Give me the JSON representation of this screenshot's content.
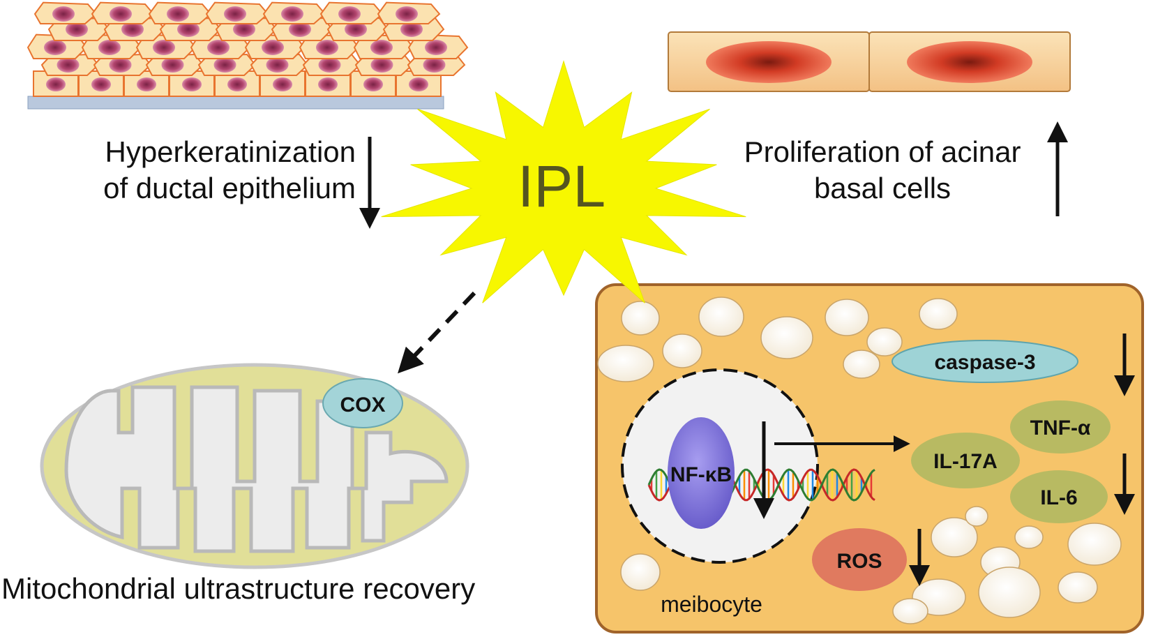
{
  "center": {
    "label": "IPL"
  },
  "top_left": {
    "line1": "Hyperkeratinization",
    "line2": "of ductal epithelium"
  },
  "top_right": {
    "line1": "Proliferation of acinar",
    "line2": "basal cells"
  },
  "bottom_left": {
    "caption": "Mitochondrial ultrastructure recovery",
    "cox_label": "COX"
  },
  "cell": {
    "name": "meibocyte",
    "caspase": "caspase-3",
    "nfkb": "NF-κB",
    "tnf": "TNF-α",
    "il17": "IL-17A",
    "il6": "IL-6",
    "ros": "ROS"
  },
  "colors": {
    "starburst": "#f7f700",
    "cell_fill": "#f6c46a",
    "cell_border": "#a0632a",
    "caspase_fill": "#9ed3d6",
    "cytokine_fill": "#b8ba62",
    "ros_fill": "#e07a5f",
    "nfkb_fill": "#7d72d6",
    "nucleus_fill": "#f2f2f2",
    "mito_outer": "#e1df98",
    "mito_inner": "#ececec",
    "cox_fill": "#a3d4d8",
    "acinar_fill": "#f9d6a0",
    "acinar_nucleus": "#e8553a",
    "epi_fill": "#fbe2b0",
    "epi_nucleus": "#b2456e"
  }
}
